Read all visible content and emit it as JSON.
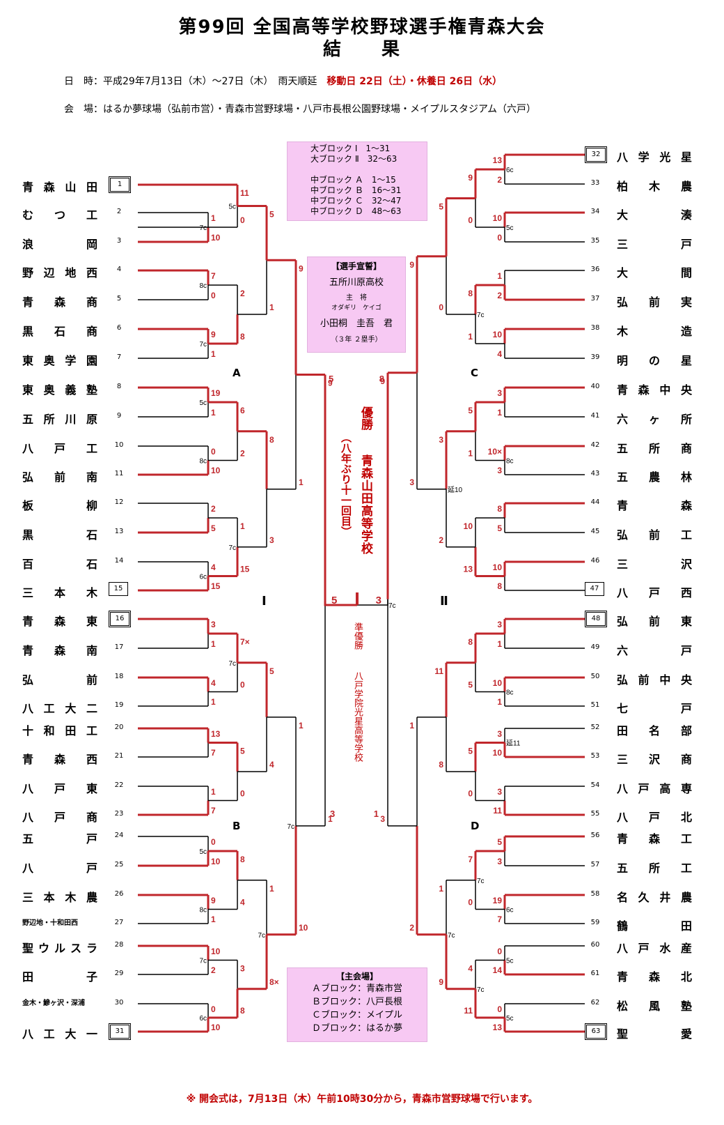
{
  "title": {
    "line1": "第99回 全国高等学校野球選手権青森大会",
    "line2": "結　　果"
  },
  "info": {
    "date_label": "日　時：",
    "date_text": "平成29年7月13日（木）～27日（木）　雨天順延　",
    "date_red": "移動日 22日（土）・休養日 26日（水）",
    "venue_label": "会　場：",
    "venue_text": "はるか夢球場（弘前市営）・青森市営野球場・八戸市長根公園野球場・メイプルスタジアム（六戸）"
  },
  "blocks_box": {
    "lines": [
      "大ブロック Ⅰ　1～31",
      "大ブロック Ⅱ　32～63",
      "",
      "中ブロック Ａ　1～15",
      "中ブロック Ｂ　16～31",
      "中ブロック Ｃ　32～47",
      "中ブロック Ｄ　48～63"
    ]
  },
  "oath_box": {
    "heading": "【選手宣誓】",
    "school": "五所川原高校",
    "role": "主　将",
    "reading": "オダギリ　ケイゴ",
    "name": "小田桐　圭吾　君",
    "grade": "（３年 ２塁手）"
  },
  "venues_box": {
    "heading": "【主会場】",
    "lines": [
      "Ａブロック：青森市営",
      "Ｂブロック：八戸長根",
      "Ｃブロック：メイプル",
      "Ｄブロック：はるか夢"
    ]
  },
  "champion": {
    "label": "優勝",
    "school": "青森山田高等学校",
    "note": "（八年ぶり十一回目）"
  },
  "runner_up": {
    "label": "準優勝",
    "school": "八戸学院光星高等学校"
  },
  "block_labels": {
    "A": "A",
    "B": "B",
    "C": "C",
    "D": "D",
    "I": "Ⅰ",
    "II": "Ⅱ"
  },
  "footer": "※ 開会式は，7月13日（木）午前10時30分から，青森市営野球場で行います。",
  "left_teams": [
    {
      "no": "1",
      "name": "青森山田",
      "seed": true
    },
    {
      "no": "2",
      "name": "むつ工"
    },
    {
      "no": "3",
      "name": "浪岡"
    },
    {
      "no": "4",
      "name": "野辺地西"
    },
    {
      "no": "5",
      "name": "青森商"
    },
    {
      "no": "6",
      "name": "黒石商"
    },
    {
      "no": "7",
      "name": "東奥学園"
    },
    {
      "no": "8",
      "name": "東奥義塾"
    },
    {
      "no": "9",
      "name": "五所川原"
    },
    {
      "no": "10",
      "name": "八戸工"
    },
    {
      "no": "11",
      "name": "弘前南"
    },
    {
      "no": "12",
      "name": "板柳"
    },
    {
      "no": "13",
      "name": "黒石"
    },
    {
      "no": "14",
      "name": "百石"
    },
    {
      "no": "15",
      "name": "三本木",
      "seed": true
    },
    {
      "no": "16",
      "name": "青森東",
      "seed": true
    },
    {
      "no": "17",
      "name": "青森南"
    },
    {
      "no": "18",
      "name": "弘前"
    },
    {
      "no": "19",
      "name": "八工大二"
    },
    {
      "no": "20",
      "name": "十和田工"
    },
    {
      "no": "21",
      "name": "青森西"
    },
    {
      "no": "22",
      "name": "八戸東"
    },
    {
      "no": "23",
      "name": "八戸商"
    },
    {
      "no": "24",
      "name": "五戸"
    },
    {
      "no": "25",
      "name": "八戸"
    },
    {
      "no": "26",
      "name": "三本木農"
    },
    {
      "no": "27",
      "name": "野辺地・十和田西",
      "small": true
    },
    {
      "no": "28",
      "name": "聖ウルスラ"
    },
    {
      "no": "29",
      "name": "田子"
    },
    {
      "no": "30",
      "name": "金木・鰺ヶ沢・深浦",
      "small": true
    },
    {
      "no": "31",
      "name": "八工大一",
      "seed": true
    }
  ],
  "right_teams": [
    {
      "no": "32",
      "name": "八学光星",
      "seed": true
    },
    {
      "no": "33",
      "name": "柏木農"
    },
    {
      "no": "34",
      "name": "大湊"
    },
    {
      "no": "35",
      "name": "三戸"
    },
    {
      "no": "36",
      "name": "大間"
    },
    {
      "no": "37",
      "name": "弘前実"
    },
    {
      "no": "38",
      "name": "木造"
    },
    {
      "no": "39",
      "name": "明の星"
    },
    {
      "no": "40",
      "name": "青森中央"
    },
    {
      "no": "41",
      "name": "六ヶ所"
    },
    {
      "no": "42",
      "name": "五所商"
    },
    {
      "no": "43",
      "name": "五農林"
    },
    {
      "no": "44",
      "name": "青森"
    },
    {
      "no": "45",
      "name": "弘前工"
    },
    {
      "no": "46",
      "name": "三沢"
    },
    {
      "no": "47",
      "name": "八戸西",
      "seed": true
    },
    {
      "no": "48",
      "name": "弘前東",
      "seed": true
    },
    {
      "no": "49",
      "name": "六戸"
    },
    {
      "no": "50",
      "name": "弘前中央"
    },
    {
      "no": "51",
      "name": "七戸"
    },
    {
      "no": "52",
      "name": "田名部"
    },
    {
      "no": "53",
      "name": "三沢商"
    },
    {
      "no": "54",
      "name": "八戸高専"
    },
    {
      "no": "55",
      "name": "八戸北"
    },
    {
      "no": "56",
      "name": "青森工"
    },
    {
      "no": "57",
      "name": "五所工"
    },
    {
      "no": "58",
      "name": "名久井農"
    },
    {
      "no": "59",
      "name": "鶴田"
    },
    {
      "no": "60",
      "name": "八戸水産"
    },
    {
      "no": "61",
      "name": "青森北"
    },
    {
      "no": "62",
      "name": "松風塾"
    },
    {
      "no": "63",
      "name": "聖愛",
      "seed": true
    }
  ],
  "scores": {
    "left": [
      [
        "11",
        "0",
        "5c"
      ],
      [
        "1",
        "10",
        "7c"
      ],
      [
        "5",
        "1",
        ""
      ],
      [
        "7",
        "0",
        "8c"
      ],
      [
        "9",
        "1",
        "7c"
      ],
      [
        "2",
        "8",
        ""
      ],
      [
        "19",
        "1",
        "5c"
      ],
      [
        "0",
        "10",
        "8c"
      ],
      [
        "6",
        "2",
        ""
      ],
      [
        "2",
        "5",
        ""
      ],
      [
        "4",
        "15",
        "6c"
      ],
      [
        "1",
        "15",
        "7c"
      ],
      [
        "8",
        "3",
        ""
      ],
      [
        "9",
        "1",
        ""
      ],
      [
        "3",
        "1",
        ""
      ],
      [
        "4",
        "1",
        ""
      ],
      [
        "7×",
        "0",
        "7c"
      ],
      [
        "13",
        "7",
        ""
      ],
      [
        "1",
        "7",
        ""
      ],
      [
        "5",
        "0",
        ""
      ],
      [
        "5",
        "4",
        ""
      ],
      [
        "0",
        "10",
        "5c"
      ],
      [
        "9",
        "1",
        "8c"
      ],
      [
        "8",
        "4",
        ""
      ],
      [
        "10",
        "2",
        "7c"
      ],
      [
        "0",
        "10",
        "6c"
      ],
      [
        "3",
        "8",
        ""
      ],
      [
        "1",
        "8×",
        "7c"
      ],
      [
        "1",
        "10",
        "7c"
      ],
      [
        "3",
        "",
        ""
      ],
      [
        "5",
        "3",
        "7c"
      ]
    ],
    "right": [
      [
        "13",
        "2",
        "6c"
      ],
      [
        "10",
        "0",
        "5c"
      ],
      [
        "9",
        "0",
        ""
      ],
      [
        "1",
        "2",
        ""
      ],
      [
        "10",
        "4",
        ""
      ],
      [
        "8",
        "1",
        "7c"
      ],
      [
        "5",
        "0",
        ""
      ],
      [
        "3",
        "1",
        ""
      ],
      [
        "10×",
        "3",
        "8c"
      ],
      [
        "5",
        "1",
        ""
      ],
      [
        "8",
        "5",
        ""
      ],
      [
        "10",
        "8",
        ""
      ],
      [
        "10",
        "13",
        ""
      ],
      [
        "3",
        "2",
        "延10"
      ],
      [
        "9",
        "3",
        ""
      ],
      [
        "8",
        "",
        ""
      ],
      [
        "3",
        "1",
        ""
      ],
      [
        "10",
        "1",
        "8c"
      ],
      [
        "8",
        "5",
        ""
      ],
      [
        "3",
        "10",
        "延11"
      ],
      [
        "3",
        "11",
        ""
      ],
      [
        "5",
        "0",
        ""
      ],
      [
        "11",
        "8",
        ""
      ],
      [
        "5",
        "3",
        ""
      ],
      [
        "19",
        "7",
        "6c"
      ],
      [
        "7",
        "0",
        "7c"
      ],
      [
        "0",
        "14",
        "5c"
      ],
      [
        "0",
        "13",
        "5c"
      ],
      [
        "4",
        "11",
        "7c"
      ],
      [
        "1",
        "9",
        "7c"
      ],
      [
        "1",
        "2",
        ""
      ],
      [
        "1",
        "",
        ""
      ]
    ]
  }
}
